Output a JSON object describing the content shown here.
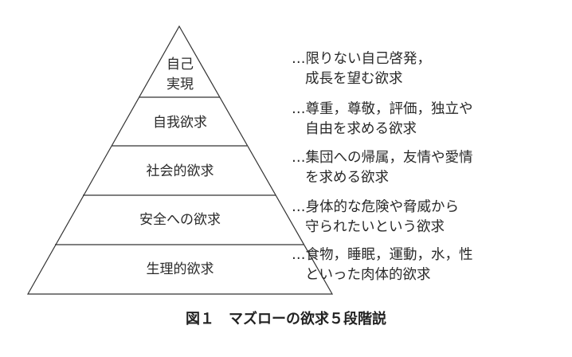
{
  "pyramid": {
    "levels": [
      {
        "label_lines": [
          "自己",
          "実現"
        ],
        "description": [
          "…限りない自己啓発，",
          "成長を望む欲求"
        ]
      },
      {
        "label_lines": [
          "自我欲求"
        ],
        "description": [
          "…尊重，尊敬，評価，独立や",
          "自由を求める欲求"
        ]
      },
      {
        "label_lines": [
          "社会的欲求"
        ],
        "description": [
          "…集団への帰属，友情や愛情",
          "を求める欲求"
        ]
      },
      {
        "label_lines": [
          "安全への欲求"
        ],
        "description": [
          "…身体的な危険や脅威から",
          "守られたいという欲求"
        ]
      },
      {
        "label_lines": [
          "生理的欲求"
        ],
        "description": [
          "…食物，睡眠，運動，水，性",
          "といった肉体的欲求"
        ]
      }
    ]
  },
  "caption": "図１　マズローの欲求５段階説"
}
